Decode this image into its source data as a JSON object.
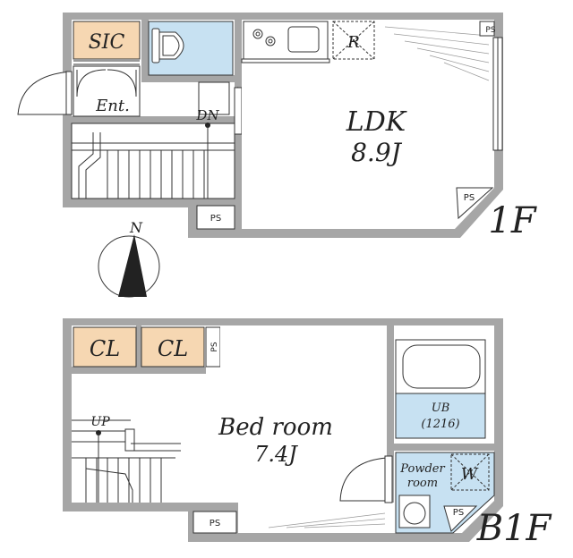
{
  "floor_1": {
    "label": "1F",
    "rooms": {
      "sic": "SIC",
      "entrance": "Ent.",
      "ldk_name": "LDK",
      "ldk_size": "8.9J",
      "fridge": "R",
      "stairs_down": "DN"
    },
    "ps": [
      "PS",
      "PS",
      "PS"
    ]
  },
  "floor_b1": {
    "label": "B1F",
    "rooms": {
      "closet_1": "CL",
      "closet_2": "CL",
      "bedroom_name": "Bed room",
      "bedroom_size": "7.4J",
      "unit_bath_name": "UB",
      "unit_bath_size": "(1216)",
      "powder_line1": "Powder",
      "powder_line2": "room",
      "washer": "W",
      "stairs_up": "UP"
    },
    "ps": [
      "PS",
      "PS",
      "PS"
    ]
  },
  "compass": {
    "label": "N"
  },
  "colors": {
    "wall": "#a6a6a6",
    "storage": "#f6d7b2",
    "wet_area": "#c7e1f2",
    "line": "#333333"
  }
}
